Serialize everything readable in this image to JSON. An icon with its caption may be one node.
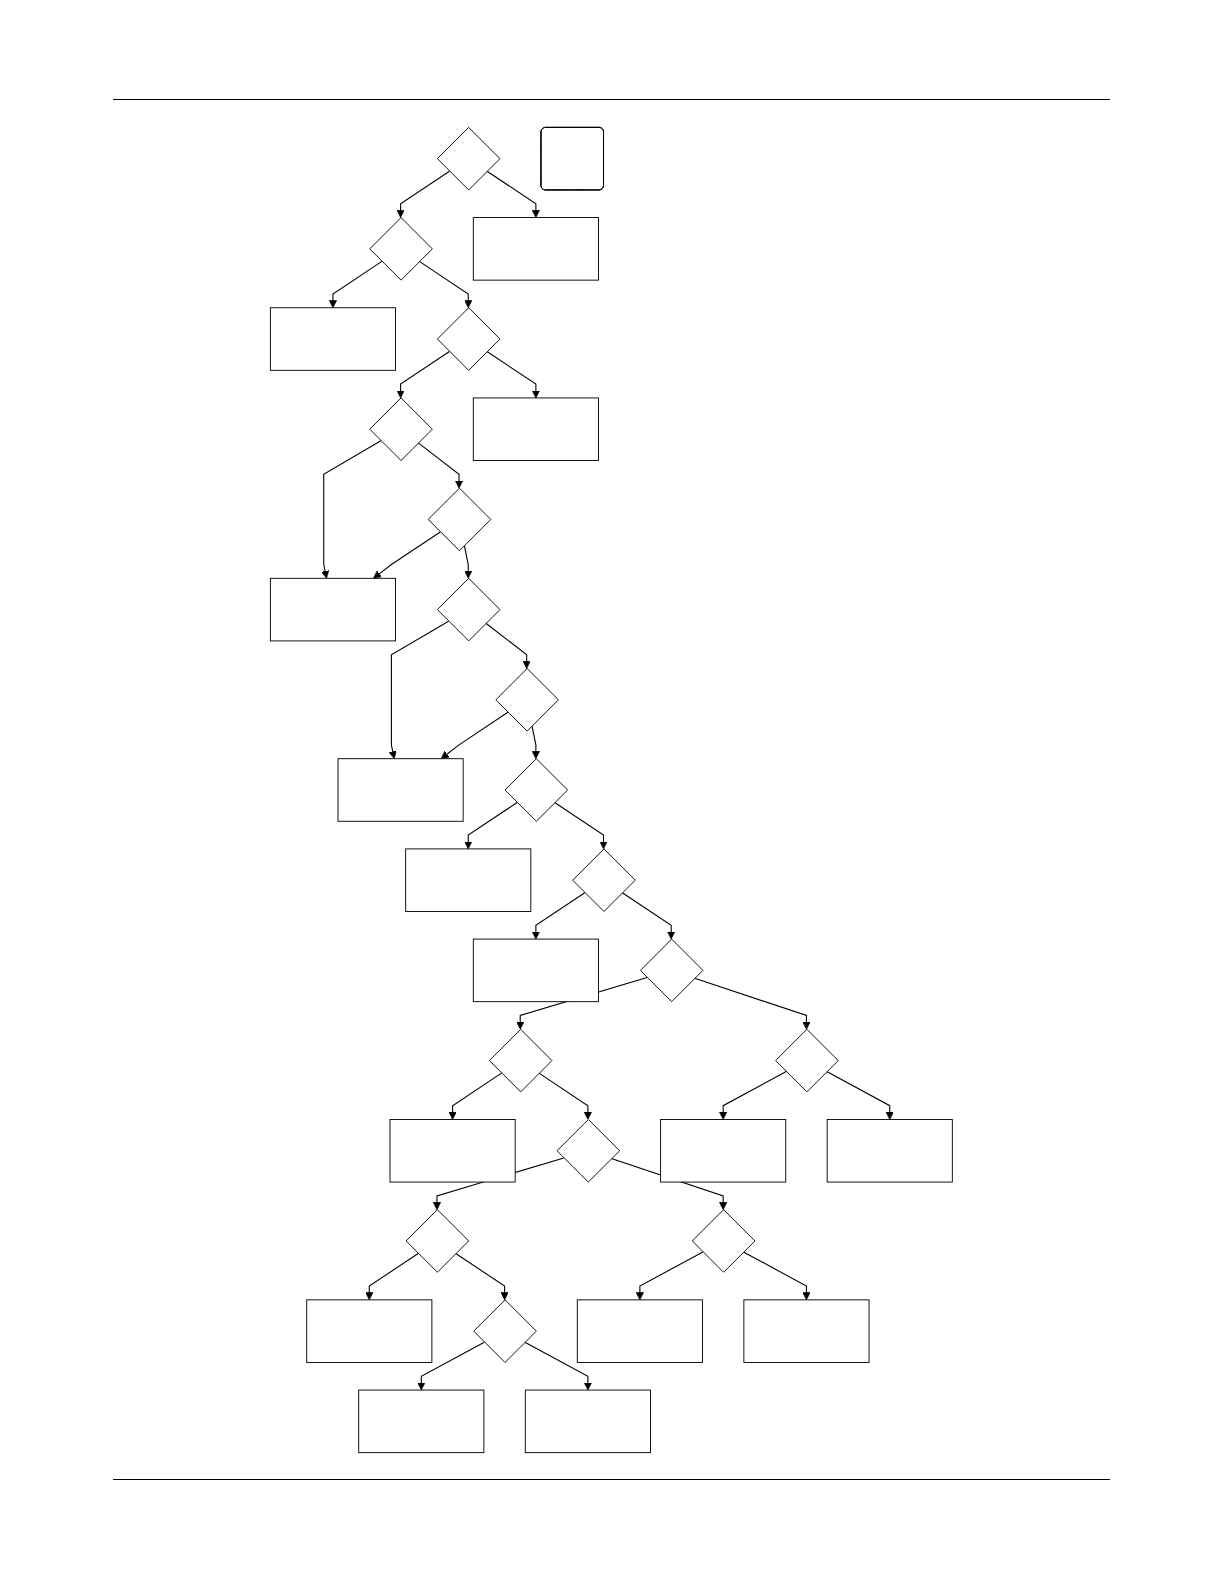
{
  "diagram": {
    "nodes": [
      {
        "text": [],
        "shape": "diamond"
      },
      {
        "text": [],
        "shape": "diamond"
      },
      {
        "text": [],
        "shape": "box"
      },
      {
        "text": [],
        "shape": "box"
      },
      {
        "text": [],
        "shape": "box"
      },
      {
        "text": [],
        "shape": "diamond"
      },
      {
        "text": [],
        "shape": "box"
      },
      {
        "text": [],
        "shape": "diamond"
      },
      {
        "text": [],
        "shape": "box"
      },
      {
        "text": [],
        "shape": "diamond"
      },
      {
        "text": [],
        "shape": "diamond"
      },
      {
        "text": [],
        "shape": "box"
      },
      {
        "text": [],
        "shape": "diamond"
      },
      {
        "text": [],
        "shape": "diamond"
      },
      {
        "text": [],
        "shape": "box"
      },
      {
        "text": [],
        "shape": "diamond"
      },
      {
        "text": [],
        "shape": "box"
      },
      {
        "text": [],
        "shape": "diamond"
      },
      {
        "text": [],
        "shape": "diamond"
      },
      {
        "text": [],
        "shape": "box"
      },
      {
        "text": [],
        "shape": "diamond"
      },
      {
        "text": [],
        "shape": "diamond"
      },
      {
        "text": [],
        "shape": "diamond"
      },
      {
        "text": [],
        "shape": "box"
      },
      {
        "text": [],
        "shape": "box"
      },
      {
        "text": [],
        "shape": "box"
      },
      {
        "text": [],
        "shape": "diamond"
      },
      {
        "text": [],
        "shape": "box"
      },
      {
        "text": [],
        "shape": "diamond"
      },
      {
        "text": [],
        "shape": "box"
      },
      {
        "text": [],
        "shape": "box"
      },
      {
        "text": [],
        "shape": "box"
      }
    ],
    "edges": [
      {
        "from": 0,
        "to": 1,
        "arrow": "to"
      },
      {
        "from": 0,
        "to": 4,
        "arrow": "to"
      },
      {
        "from": 1,
        "to": 2,
        "arrow": "to"
      },
      {
        "from": 1,
        "to": 5,
        "arrow": "to"
      },
      {
        "from": 5,
        "to": 7,
        "arrow": "to"
      },
      {
        "from": 5,
        "to": 6,
        "arrow": "to"
      },
      {
        "from": 7,
        "to": 8,
        "arrow": "to"
      },
      {
        "from": 7,
        "to": 9,
        "arrow": "to"
      },
      {
        "from": 9,
        "to": 8,
        "arrow": "to"
      },
      {
        "from": 9,
        "to": 10,
        "arrow": "to"
      },
      {
        "from": 10,
        "to": 11,
        "arrow": "to"
      },
      {
        "from": 10,
        "to": 12,
        "arrow": "to"
      },
      {
        "from": 12,
        "to": 11,
        "arrow": "to"
      },
      {
        "from": 12,
        "to": 13,
        "arrow": "to"
      },
      {
        "from": 13,
        "to": 14,
        "arrow": "to"
      },
      {
        "from": 13,
        "to": 15,
        "arrow": "to"
      },
      {
        "from": 15,
        "to": 16,
        "arrow": "to"
      },
      {
        "from": 15,
        "to": 17,
        "arrow": "to"
      },
      {
        "from": 17,
        "to": 18,
        "arrow": "to"
      },
      {
        "from": 17,
        "to": 20,
        "arrow": "to"
      },
      {
        "from": 18,
        "to": 19,
        "arrow": "to"
      },
      {
        "from": 18,
        "to": 21,
        "arrow": "to"
      },
      {
        "from": 20,
        "to": 24,
        "arrow": "to"
      },
      {
        "from": 20,
        "to": 25,
        "arrow": "to"
      },
      {
        "from": 21,
        "to": 22,
        "arrow": "to"
      },
      {
        "from": 21,
        "to": 26,
        "arrow": "to"
      },
      {
        "from": 22,
        "to": 23,
        "arrow": "to"
      },
      {
        "from": 22,
        "to": 28,
        "arrow": "to"
      },
      {
        "from": 26,
        "to": 27,
        "arrow": "to"
      },
      {
        "from": 26,
        "to": 30,
        "arrow": "to"
      },
      {
        "from": 28,
        "to": 29,
        "arrow": "to"
      },
      {
        "from": 28,
        "to": 31,
        "arrow": "to"
      }
    ]
  }
}
